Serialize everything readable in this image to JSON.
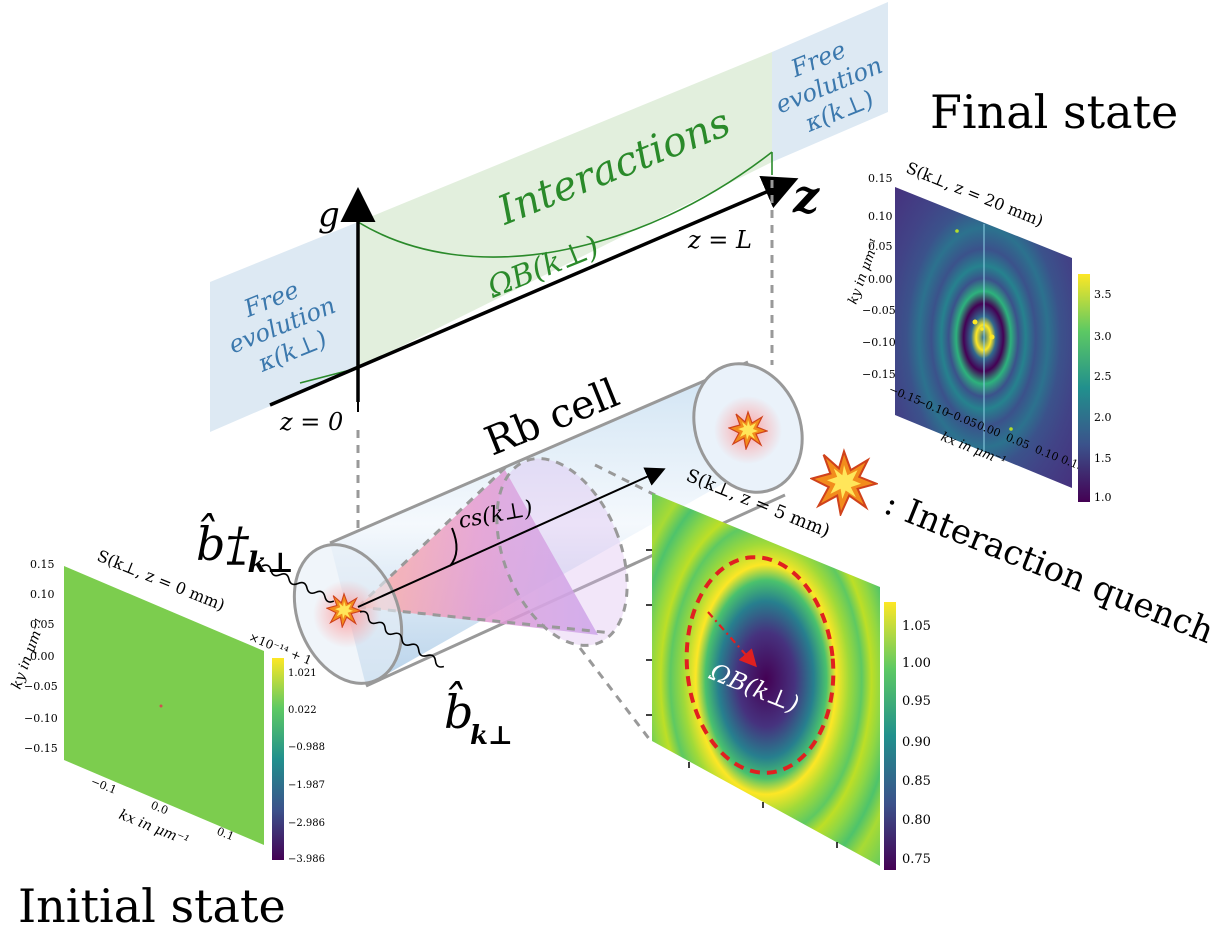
{
  "titles": {
    "final": "Final state",
    "initial": "Initial state",
    "interaction_quench": ": Interaction quench",
    "rb_cell": "Rb cell"
  },
  "timeline": {
    "axis_g": "g",
    "axis_z": "z",
    "interactions": "Interactions",
    "omega_label": "ΩB(k⊥)",
    "z0": "z = 0",
    "zL": "z = L",
    "free_left": [
      "Free",
      "evolution",
      "κ(k⊥)"
    ],
    "free_right": [
      "Free",
      "evolution",
      "κ(k⊥)"
    ]
  },
  "cell": {
    "cs_label": "cs(k⊥)",
    "b_dag": "b̂†",
    "b_dag_sub": "−k⊥",
    "b": "b̂",
    "b_sub": "k⊥"
  },
  "initial_plot": {
    "title": "S(k⊥, z =  0 mm)",
    "xlabel": "kx in μm⁻¹",
    "ylabel": "ky in μm⁻¹",
    "yticks": [
      "0.15",
      "0.10",
      "0.05",
      "0.00",
      "−0.05",
      "−0.10",
      "−0.15"
    ],
    "xticks": [
      "−0.1",
      "0.0",
      "0.1"
    ],
    "cbar_exp": "×10⁻¹⁴ + 1",
    "cbar_ticks": [
      "1.021",
      "0.022",
      "−0.988",
      "−1.987",
      "−2.986",
      "−3.986"
    ],
    "fill_color": "#7ccd4e"
  },
  "mid_plot": {
    "title": "S(k⊥, z =  5 mm)",
    "cbar_ticks": [
      "1.05",
      "1.00",
      "0.95",
      "0.90",
      "0.85",
      "0.80",
      "0.75"
    ],
    "omega_label": "ΩB(k⊥)"
  },
  "final_plot": {
    "title": "S(k⊥, z = 20 mm)",
    "xlabel": "kx in μm⁻¹",
    "ylabel": "ky in μm⁻¹",
    "yticks": [
      "0.15",
      "0.10",
      "0.05",
      "0.00",
      "−0.05",
      "−0.10",
      "−0.15"
    ],
    "xticks": [
      "−0.15",
      "−0.10",
      "−0.05",
      "0.00",
      "0.05",
      "0.10",
      "0.15"
    ],
    "cbar_ticks": [
      "3.5",
      "3.0",
      "2.5",
      "2.0",
      "1.5",
      "1.0"
    ]
  },
  "colors": {
    "free_band": "#dde9f3",
    "interaction_band": "#e2efdd",
    "quench_ring": "#e02020",
    "viridis_dark": "#440154",
    "viridis_yellow": "#fde725"
  },
  "icons": {
    "burst": "explosion-icon"
  }
}
